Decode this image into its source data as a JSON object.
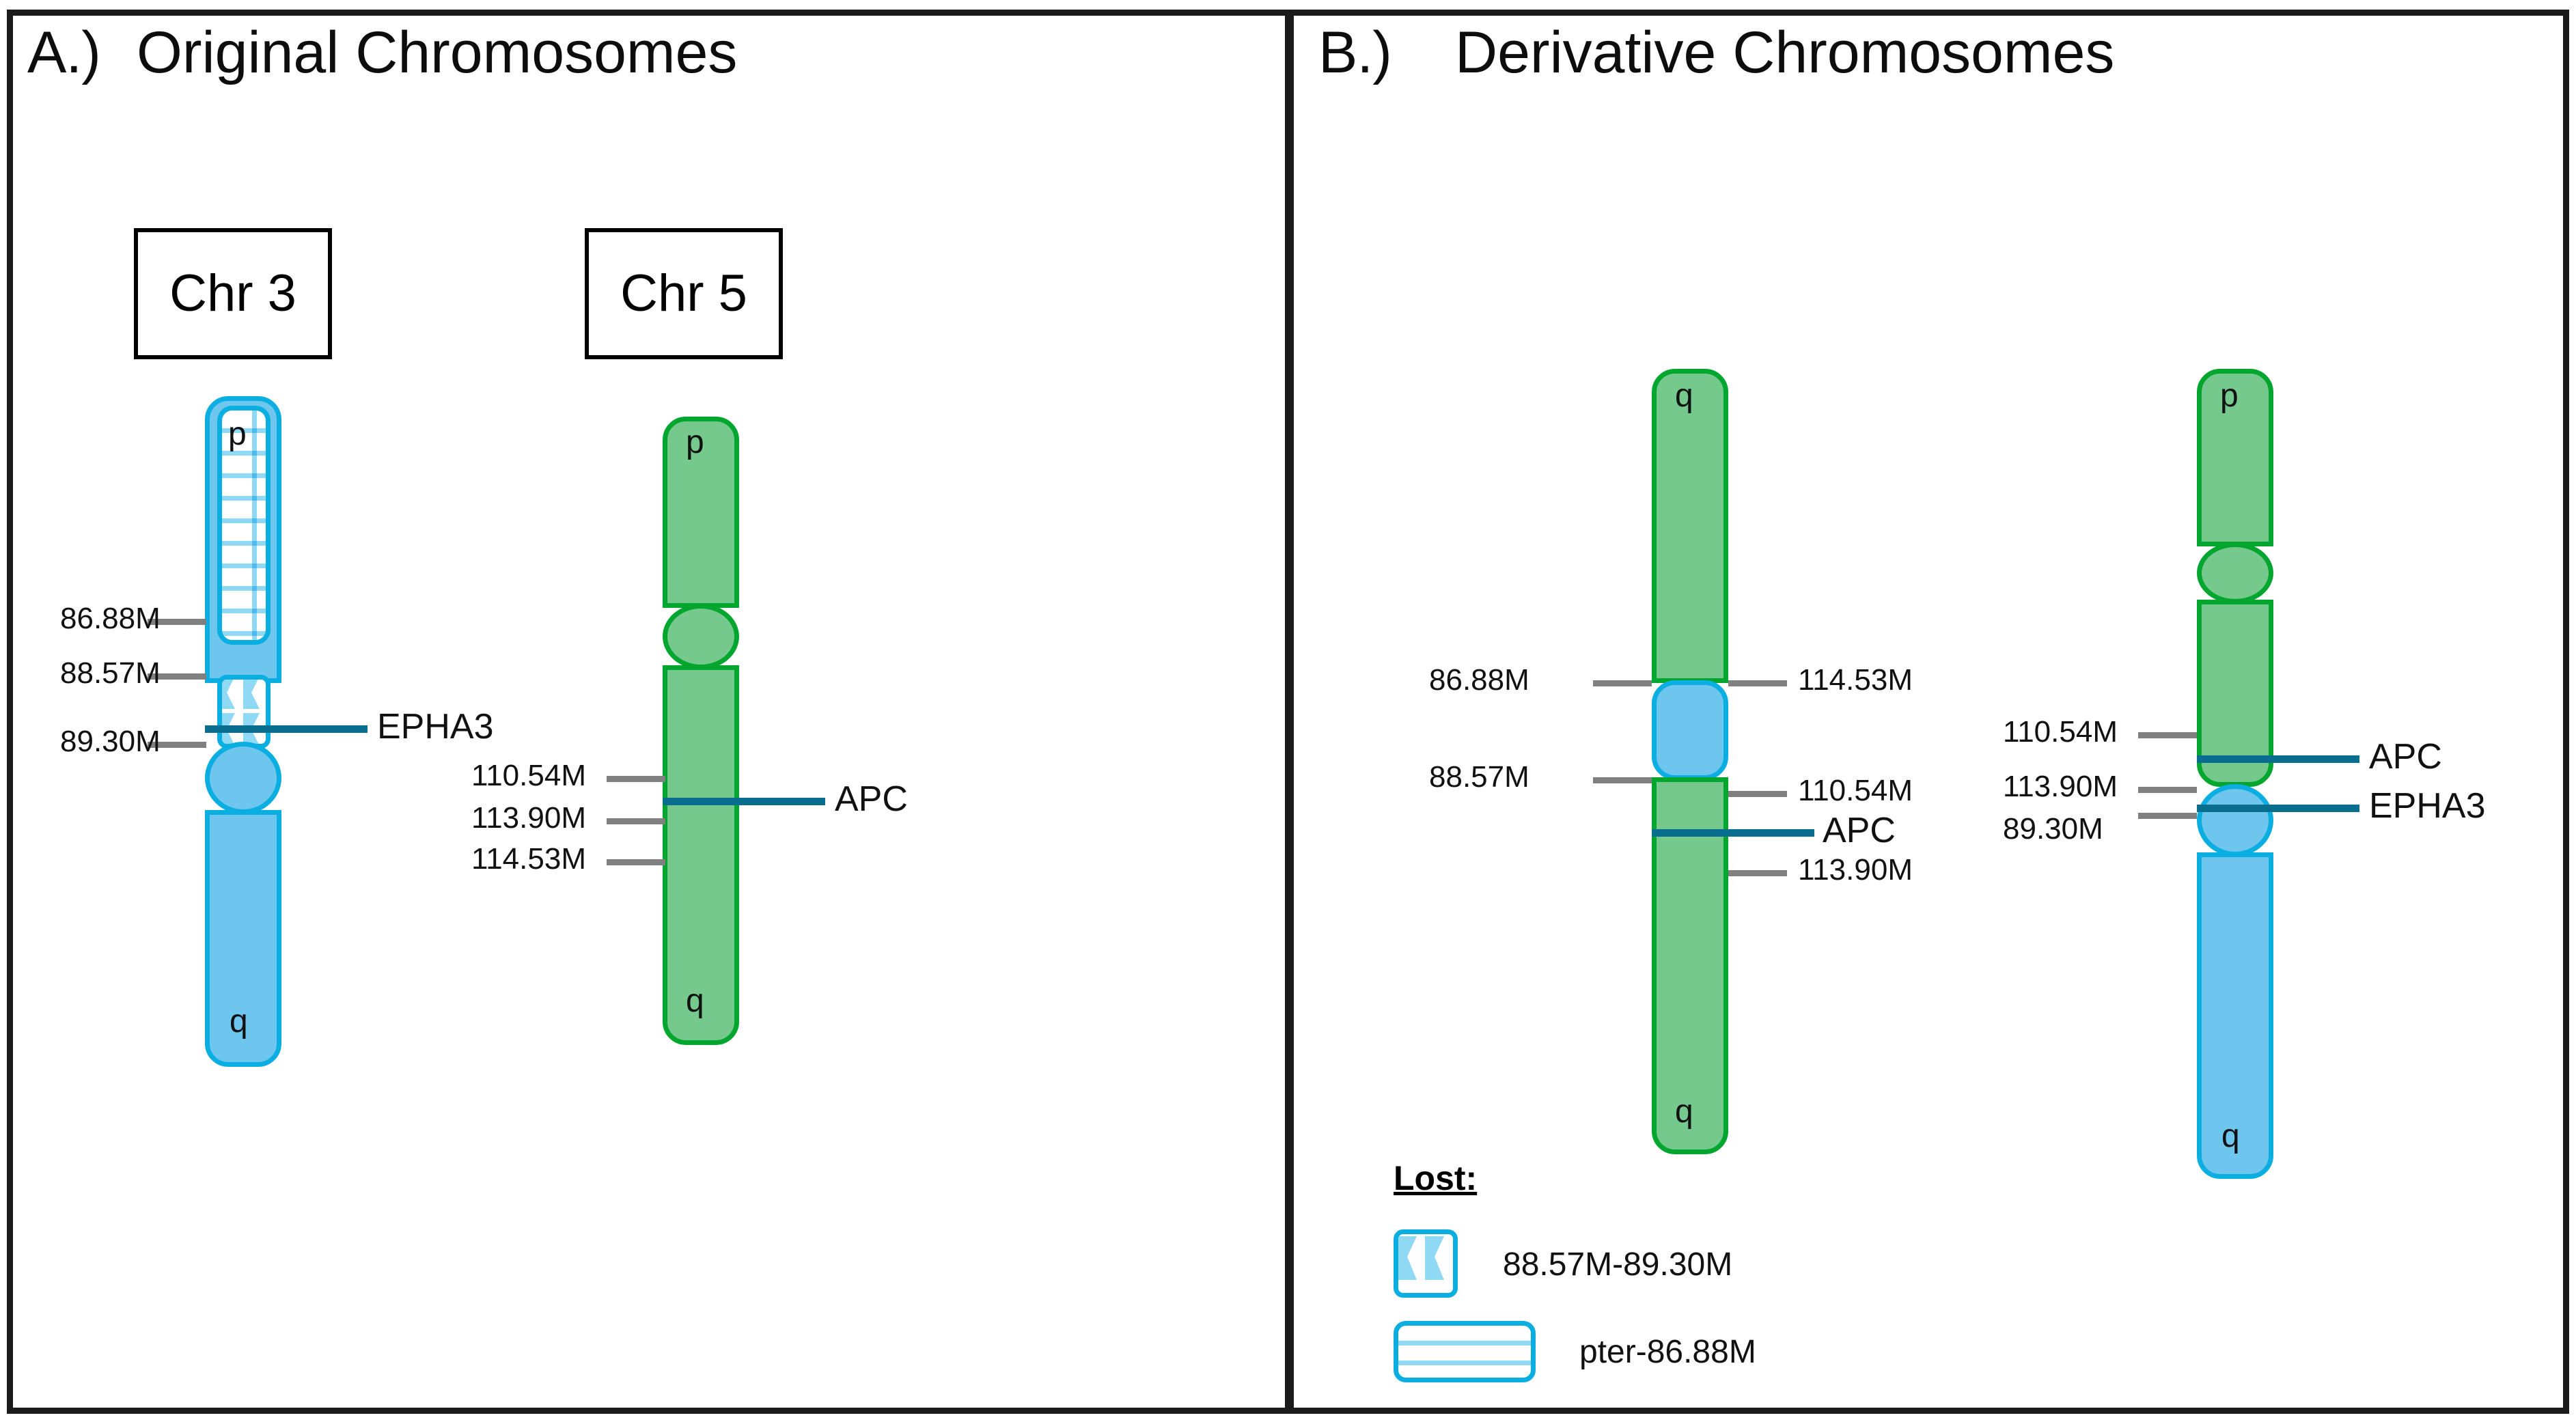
{
  "panels": {
    "a": {
      "letter": "A.)",
      "title": "Original Chromosomes"
    },
    "b": {
      "letter": "B.)",
      "title": "Derivative Chromosomes"
    }
  },
  "chromosome_boxes": [
    {
      "label": "Chr 3"
    },
    {
      "label": "Chr 5"
    }
  ],
  "arm_labels": {
    "p": "p",
    "q": "q"
  },
  "genes": {
    "epha3": "EPHA3",
    "apc": "APC"
  },
  "original": {
    "chr3": {
      "name": "Chr 3",
      "color": "#6ec6ef",
      "border": "#0aaee0",
      "arms": [
        "p",
        "q"
      ],
      "coordinates": [
        "86.88M",
        "88.57M",
        "89.30M"
      ],
      "gene": "EPHA3",
      "lost_patterns": [
        "pter-86.88M brick",
        "88.57M-89.30M hourglass"
      ]
    },
    "chr5": {
      "name": "Chr 5",
      "color": "#76c98c",
      "border": "#00a62e",
      "arms": [
        "p",
        "q"
      ],
      "coordinates": [
        "110.54M",
        "113.90M",
        "114.53M"
      ],
      "gene": "APC"
    }
  },
  "derivative": {
    "der1": {
      "arms_top": "q",
      "arms_bottom": "q",
      "left_coordinates": [
        "86.88M",
        "88.57M"
      ],
      "right_coordinates": [
        "114.53M",
        "110.54M",
        "113.90M"
      ],
      "gene": "APC"
    },
    "der2": {
      "arms_top": "p",
      "arms_bottom": "q",
      "left_coordinates": [
        "110.54M",
        "113.90M",
        "89.30M"
      ],
      "genes": [
        "APC",
        "EPHA3"
      ]
    }
  },
  "legend": {
    "title": "Lost:",
    "items": [
      {
        "pattern": "hourglass",
        "label": "88.57M-89.30M"
      },
      {
        "pattern": "brick",
        "label": "pter-86.88M"
      }
    ]
  },
  "colors": {
    "blue_fill": "#6ec6ef",
    "blue_border": "#0aaee0",
    "green_fill": "#76c98c",
    "green_border": "#00a62e",
    "gene_line": "#086d8f",
    "tick_line": "#808080",
    "frame": "#1b1b1b"
  }
}
